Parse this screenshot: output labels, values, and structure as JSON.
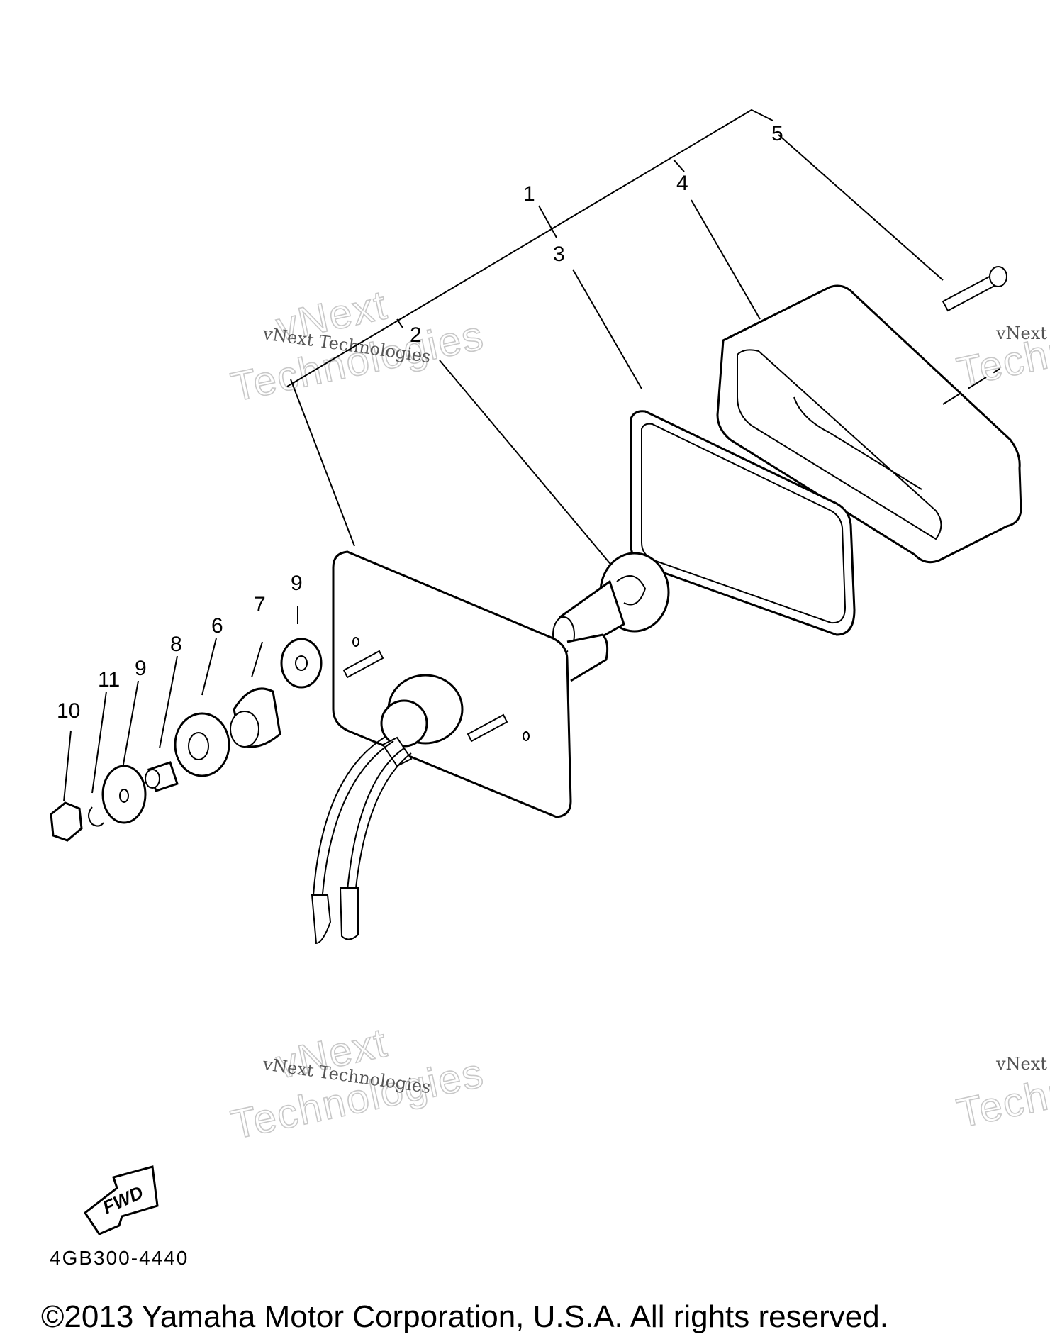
{
  "callouts": [
    {
      "id": "1",
      "text": "1"
    },
    {
      "id": "2",
      "text": "2"
    },
    {
      "id": "3",
      "text": "3"
    },
    {
      "id": "4",
      "text": "4"
    },
    {
      "id": "5",
      "text": "5"
    },
    {
      "id": "6",
      "text": "6"
    },
    {
      "id": "7",
      "text": "7"
    },
    {
      "id": "8",
      "text": "8"
    },
    {
      "id": "9a",
      "text": "9"
    },
    {
      "id": "9b",
      "text": "9"
    },
    {
      "id": "10",
      "text": "10"
    },
    {
      "id": "11",
      "text": "11"
    }
  ],
  "watermark": {
    "line_small": "vNext Technologies",
    "line_big_1": "vNext",
    "line_big_2": "Technologies"
  },
  "fwd_label": "FWD",
  "diagram_code": "4GB300-4440",
  "copyright": "©2013 Yamaha Motor Corporation, U.S.A. All rights reserved."
}
